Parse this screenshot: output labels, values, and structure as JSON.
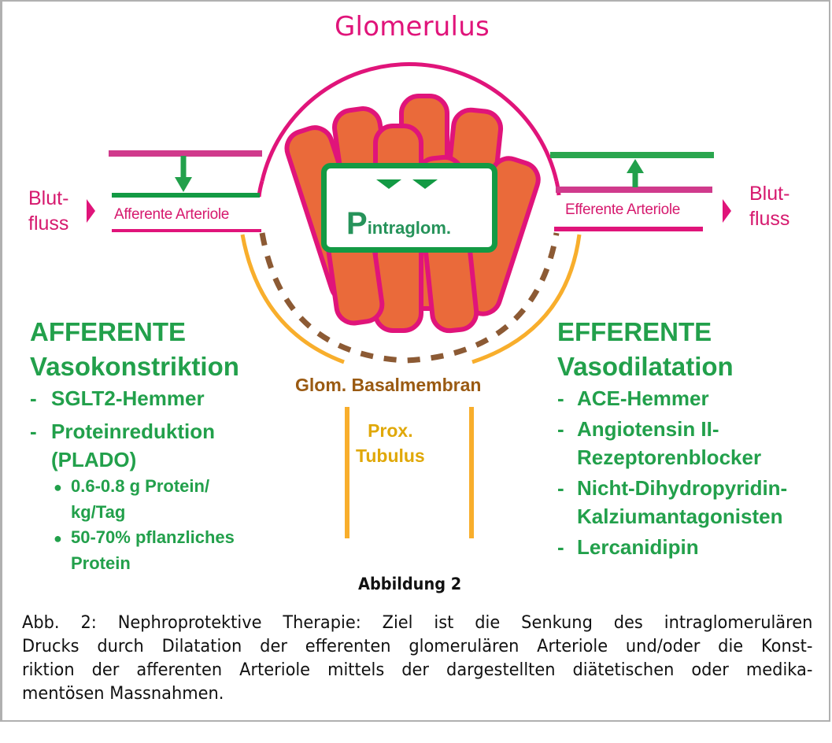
{
  "figure": {
    "title": "Glomerulus",
    "pressure_label": {
      "main": "P",
      "subscript": "intraglom."
    },
    "left": {
      "flow_label_line1": "Blut-",
      "flow_label_line2": "fluss",
      "arteriole_label": "Afferente Arteriole",
      "heading_line1": "AFFERENTE",
      "heading_line2": "Vasokonstriktion",
      "items": [
        {
          "bullet": "-",
          "text": "SGLT2-Hemmer"
        },
        {
          "bullet": "-",
          "text": "Proteinreduktion",
          "continuation": "(PLADO)"
        }
      ],
      "subitems": [
        {
          "bullet": "●",
          "text": "0.6-0.8 g Protein/",
          "continuation": "kg/Tag"
        },
        {
          "bullet": "●",
          "text": "50-70% pflanzliches",
          "continuation": "Protein"
        }
      ]
    },
    "right": {
      "flow_label_line1": "Blut-",
      "flow_label_line2": "fluss",
      "arteriole_label": "Efferente Arteriole",
      "heading_line1": "EFFERENTE",
      "heading_line2": "Vasodilatation",
      "items": [
        {
          "bullet": "-",
          "text": "ACE-Hemmer"
        },
        {
          "bullet": "-",
          "text": "Angiotensin II-",
          "continuation": "Rezeptorenblocker"
        },
        {
          "bullet": "-",
          "text": "Nicht-Dihydropyridin-",
          "continuation": "Kalziumantagonisten"
        },
        {
          "bullet": "-",
          "text": "Lercanidipin"
        }
      ]
    },
    "basement_membrane_label": "Glom. Basalmembran",
    "tubulus_label_line1": "Prox.",
    "tubulus_label_line2": "Tubulus",
    "figure_label": "Abbildung 2"
  },
  "caption": {
    "lines": [
      "Abb. 2: Nephroprotektive Therapie: Ziel ist die Senkung des intraglomerulären",
      "Drucks durch Dilatation der efferenten glomerulären Arteriole und/oder die Konst-",
      "riktion der afferenten Arteriole mittels der dargestellten diätetischen oder medika-",
      "mentösen Massnahmen."
    ]
  },
  "colors": {
    "magenta": "#e0147a",
    "vessel_magenta": "#d03a8c",
    "green": "#22a04b",
    "dark_green": "#139a44",
    "capillary_orange": "#ea6a3a",
    "membrane_brown": "#8c5a34",
    "tubulus_yellow": "#f8ae2c"
  }
}
